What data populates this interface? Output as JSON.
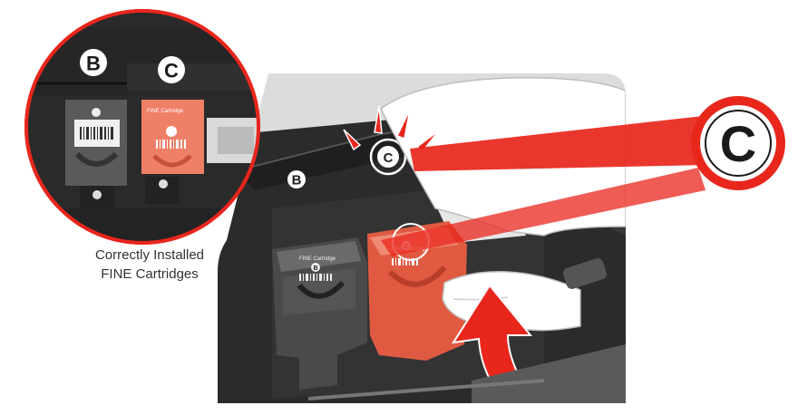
{
  "caption": {
    "line1": "Correctly Installed",
    "line2": "FINE Cartridges"
  },
  "markers": {
    "slot_b": "B",
    "slot_c": "C",
    "callout_c": "C"
  },
  "cartridge_labels": {
    "black_title": "FINE Cartridge",
    "black_letter": "B",
    "color_title": "FINE Cartridge",
    "color_letter": "C"
  },
  "colors": {
    "accent_red": "#e8261c",
    "cartridge_red": "#e05a42",
    "inset_red": "#f07f68",
    "printer_dark": "#2b2b2b",
    "panel_gray": "#dcdcdc"
  },
  "icons": [
    "hand-icon",
    "insert-arrow-icon",
    "alert-burst-icon"
  ]
}
